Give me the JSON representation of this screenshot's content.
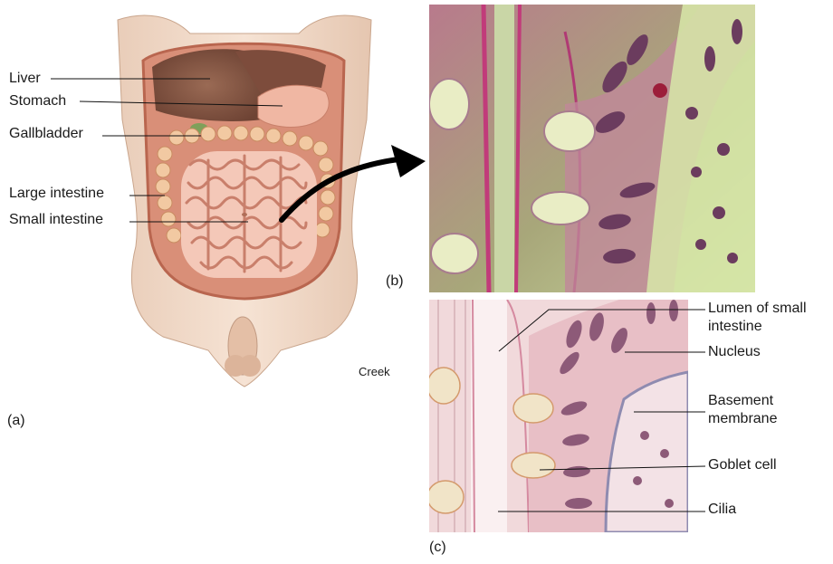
{
  "panel_a": {
    "letter": "(a)",
    "labels": {
      "liver": "Liver",
      "stomach": "Stomach",
      "gallbladder": "Gallbladder",
      "large_intestine": "Large intestine",
      "small_intestine": "Small intestine"
    },
    "credit": "Creek"
  },
  "panel_b": {
    "letter": "(b)"
  },
  "panel_c": {
    "letter": "(c)",
    "labels": {
      "lumen_line1": "Lumen of small",
      "lumen_line2": "intestine",
      "nucleus": "Nucleus",
      "basement_line1": "Basement",
      "basement_line2": "membrane",
      "goblet": "Goblet cell",
      "cilia": "Cilia"
    }
  }
}
